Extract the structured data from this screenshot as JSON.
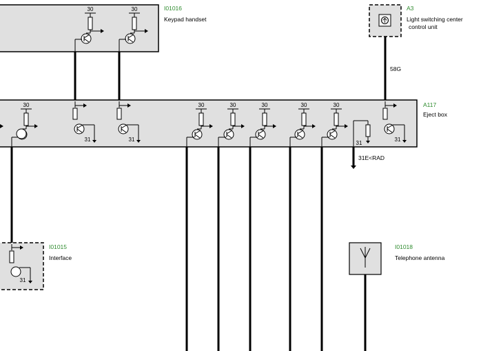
{
  "components": {
    "keypad": {
      "code": "I01016",
      "name": "Keypad handset"
    },
    "lsc": {
      "code": "A3",
      "name_line1": "Light switching center",
      "name_line2": "control unit"
    },
    "eject": {
      "code": "A117",
      "name": "Eject box"
    },
    "interface": {
      "code": "I01015",
      "name": "Interface"
    },
    "antenna": {
      "code": "I01018",
      "name": "Telephone antenna"
    }
  },
  "wires": {
    "lsc_to_eject": "58G",
    "eject_ground": "31E<RAD"
  },
  "pins": {
    "supply": "30",
    "ground": "31"
  },
  "colors": {
    "box_fill": "#e0e0e0",
    "code_text": "#2e8b2e",
    "line": "#000000"
  }
}
